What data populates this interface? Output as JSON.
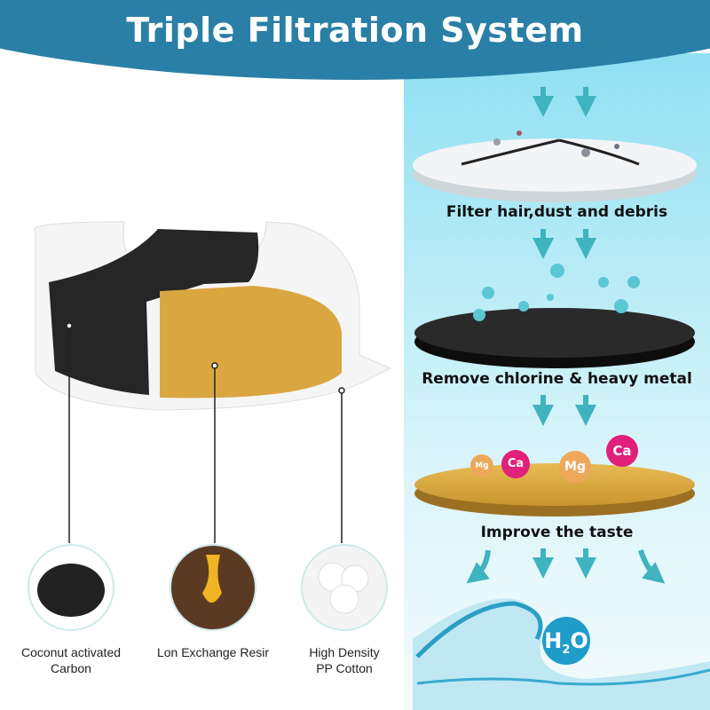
{
  "title": "Triple Filtration System",
  "stages": [
    {
      "label": "Filter hair,dust and debris"
    },
    {
      "label": "Remove chlorine & heavy metal"
    },
    {
      "label": "Improve the taste"
    }
  ],
  "ions": [
    "Mg",
    "Ca",
    "Mg",
    "Ca"
  ],
  "water": {
    "h": "H",
    "sub": "2",
    "o": "O"
  },
  "materials": [
    {
      "line1": "Coconut activated",
      "line2": "Carbon"
    },
    {
      "line1": "Lon Exchange Resir",
      "line2": ""
    },
    {
      "line1": "High Density",
      "line2": "PP Cotton"
    }
  ],
  "colors": {
    "header": "#2a7fa6",
    "arrow": "#3fb3bf",
    "carbon": "#1c1c1c",
    "resin": "#d9a640",
    "ca": "#e0207a",
    "mg": "#eea85a"
  }
}
